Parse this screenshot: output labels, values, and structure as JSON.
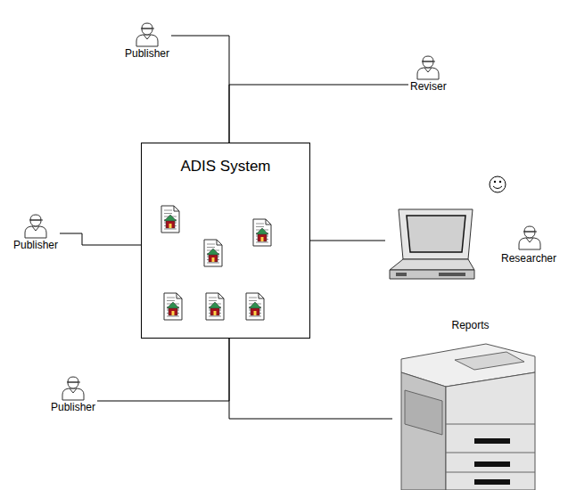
{
  "diagram": {
    "nodes": [
      {
        "text": [
          "ADIS System"
        ]
      },
      {
        "text": [
          "Publisher"
        ]
      },
      {
        "text": [
          "Reviser"
        ]
      },
      {
        "text": [
          "Publisher"
        ]
      },
      {
        "text": [
          "Researcher"
        ]
      },
      {
        "text": [
          "Publisher"
        ]
      },
      {
        "text": [
          "Reports"
        ]
      }
    ],
    "edges": [
      {
        "from": 0,
        "to": 1,
        "arrow": "none"
      },
      {
        "from": 0,
        "to": 2,
        "arrow": "none"
      },
      {
        "from": 0,
        "to": 3,
        "arrow": "none"
      },
      {
        "from": 0,
        "to": 4,
        "arrow": "none"
      },
      {
        "from": 0,
        "to": 5,
        "arrow": "none"
      },
      {
        "from": 0,
        "to": 6,
        "arrow": "none"
      }
    ]
  }
}
